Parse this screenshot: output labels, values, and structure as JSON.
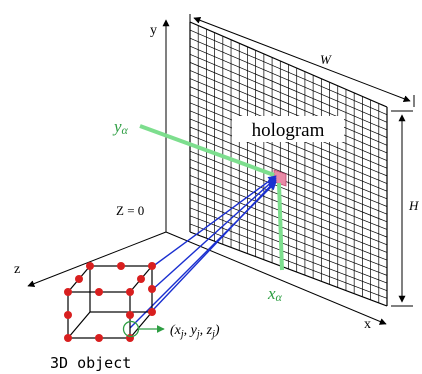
{
  "axes": {
    "x": "x",
    "y": "y",
    "z": "z"
  },
  "plane_label": "Z = 0",
  "hologram": {
    "label": "hologram",
    "width_label": "W",
    "height_label": "H"
  },
  "pixel_coords": {
    "y_label": "y",
    "y_subscript": "α",
    "x_label": "x",
    "x_subscript": "α"
  },
  "object": {
    "caption": "3D object",
    "point_label_open": "(x",
    "point_label_rest": ", y",
    "point_label_rest2": ", z",
    "point_label_close": ")",
    "sub_j": "j"
  },
  "colors": {
    "grid": "#000000",
    "rays": "#1a2fd0",
    "marker": "#7dde8e",
    "point": "#d81f1f",
    "pixel": "#e98aa6",
    "callout": "#2e9e43"
  }
}
